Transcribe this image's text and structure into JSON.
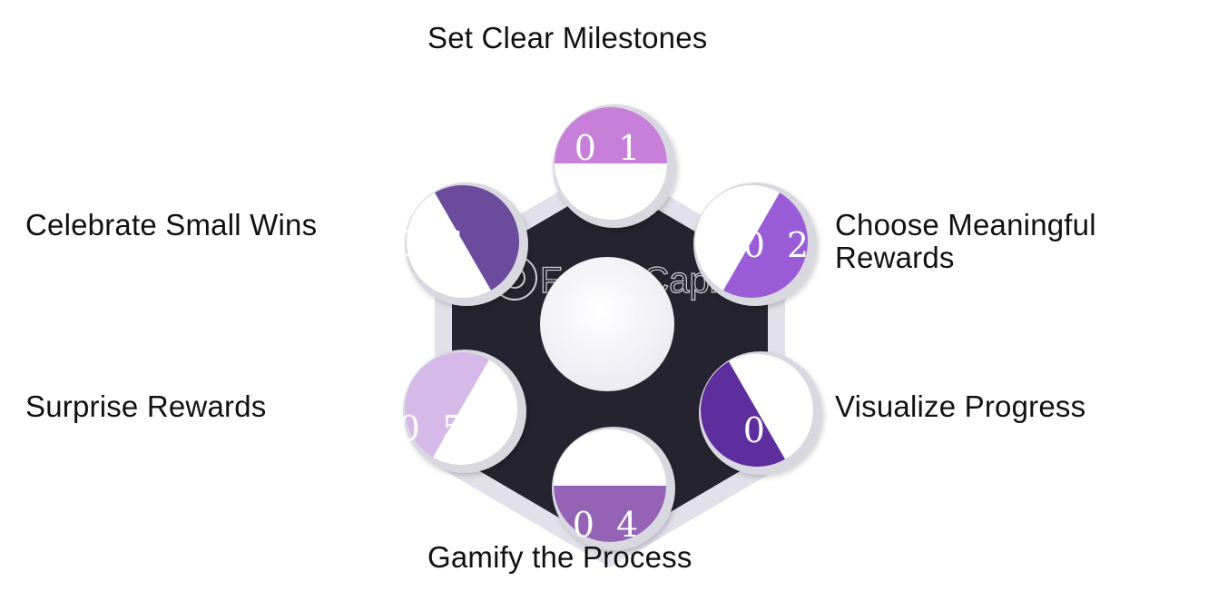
{
  "title_partial": "",
  "center_label": "",
  "watermark": "FasterCapital",
  "steps": [
    {
      "number": "01",
      "label": "Set Clear Milestones",
      "color": "#c77fd9"
    },
    {
      "number": "02",
      "label": "Choose Meaningful\nRewards",
      "color": "#9a5bd6"
    },
    {
      "number": "03",
      "label": "Visualize Progress",
      "color": "#5e2f9e"
    },
    {
      "number": "04",
      "label": "Gamify the Process",
      "color": "#9464b5"
    },
    {
      "number": "05",
      "label": "Surprise Rewards",
      "color": "#d5b9e8"
    },
    {
      "number": "06",
      "label": "Celebrate Small Wins",
      "color": "#6a4c9c"
    }
  ],
  "colors": {
    "hexagon_fill": "#25232f",
    "hexagon_rim": "#e2e0ea",
    "circle_rim": "#d9d8e0",
    "center_fill": "#ffffff"
  }
}
